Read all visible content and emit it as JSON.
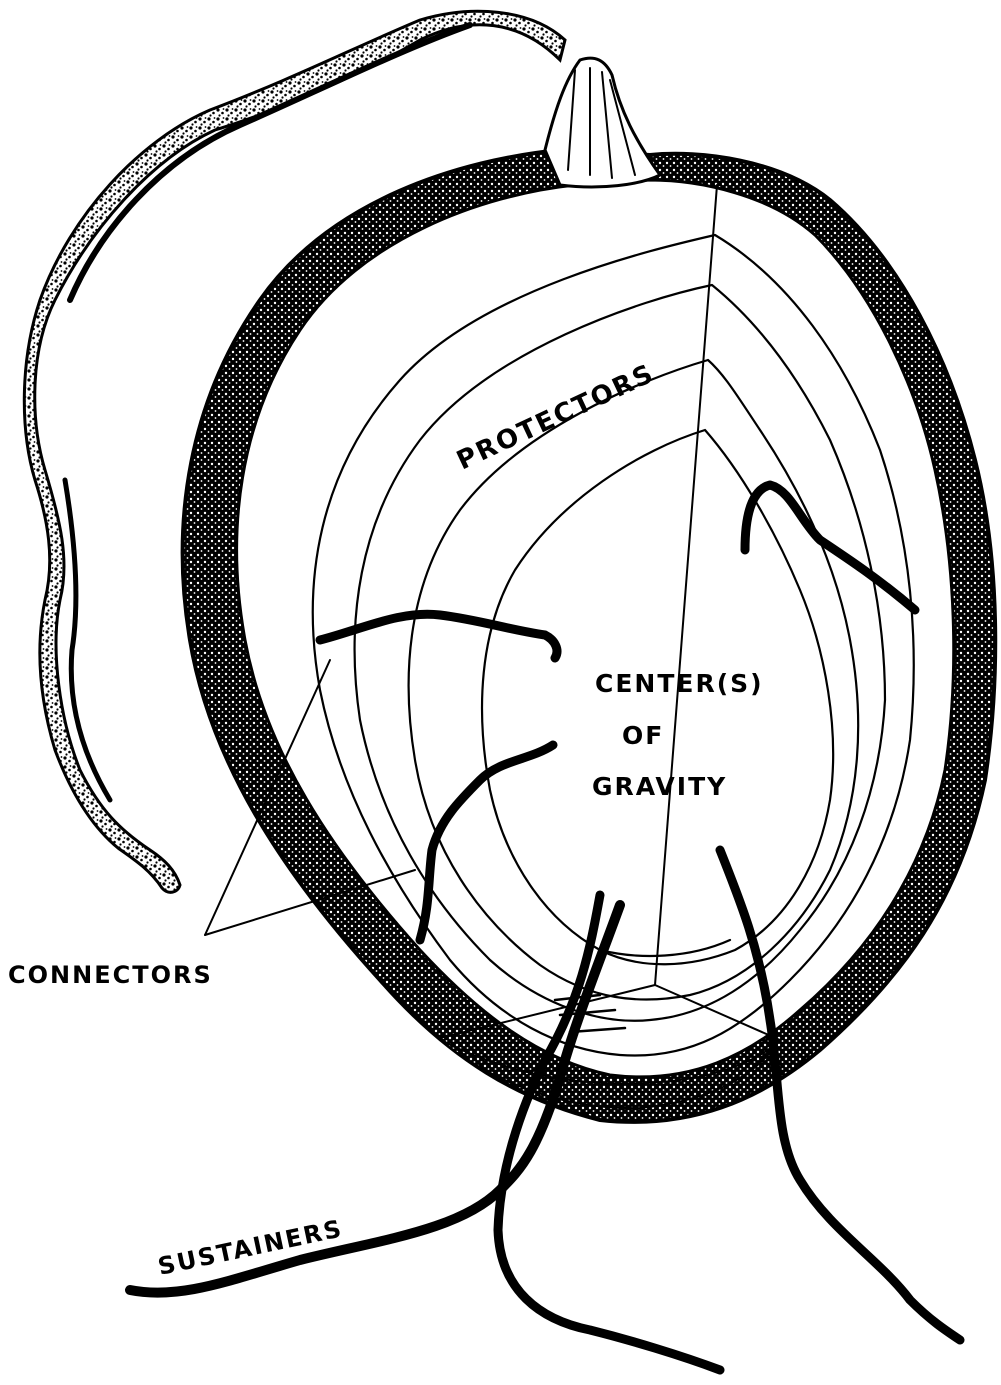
{
  "diagram": {
    "labels": {
      "protectors": "PROTECTORS",
      "center_line1": "CENTER(S)",
      "center_line2": "OF",
      "center_line3": "GRAVITY",
      "connectors": "CONNECTORS",
      "sustainers": "SUSTAINERS"
    },
    "colors": {
      "ink": "#000000",
      "paper": "#ffffff"
    }
  }
}
